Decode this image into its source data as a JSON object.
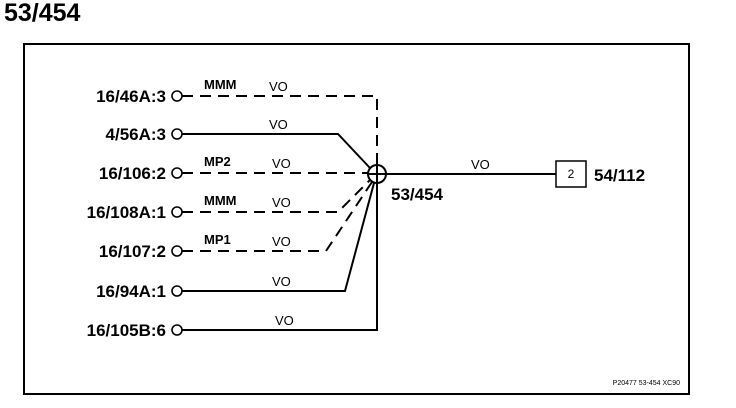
{
  "title": "53/454",
  "wire_color": "#000000",
  "connectors": [
    {
      "label": "16/46A:3",
      "wire": "VO",
      "marker": "MMM",
      "dashed": true
    },
    {
      "label": "4/56A:3",
      "wire": "VO",
      "marker": "",
      "dashed": false
    },
    {
      "label": "16/106:2",
      "wire": "VO",
      "marker": "MP2",
      "dashed": true
    },
    {
      "label": "16/108A:1",
      "wire": "VO",
      "marker": "MMM",
      "dashed": true
    },
    {
      "label": "16/107:2",
      "wire": "VO",
      "marker": "MP1",
      "dashed": true
    },
    {
      "label": "16/94A:1",
      "wire": "VO",
      "marker": "",
      "dashed": false
    },
    {
      "label": "16/105B:6",
      "wire": "VO",
      "marker": "",
      "dashed": false
    }
  ],
  "splice": {
    "label": "53/454",
    "icon": "splice-crosshair-icon"
  },
  "output": {
    "wire": "VO",
    "box_number": "2",
    "label": "54/112"
  },
  "footer": "P20477 53-454 XC90"
}
